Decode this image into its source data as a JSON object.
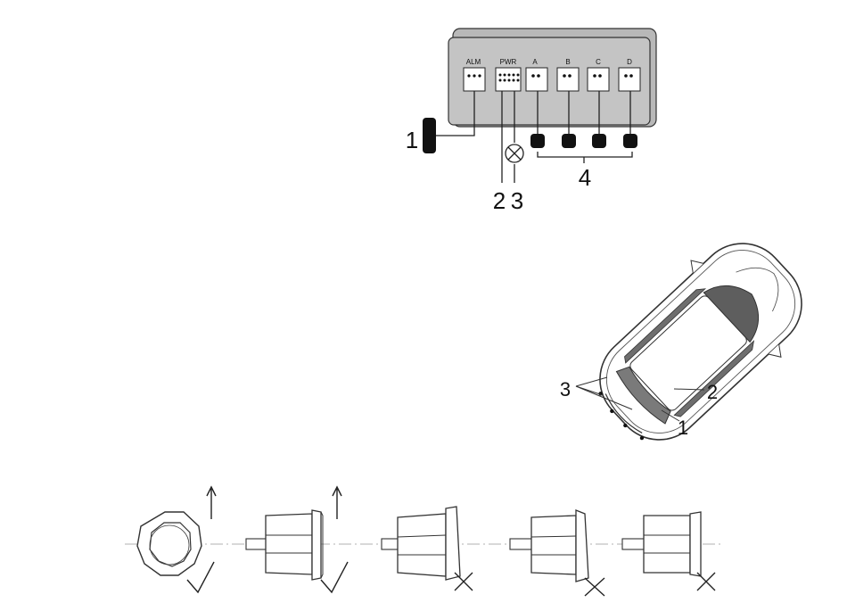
{
  "control_unit": {
    "port_labels": [
      "ALM",
      "PWR",
      "A",
      "B",
      "C",
      "D"
    ]
  },
  "callouts": {
    "wiring": {
      "buzzer": "1",
      "power": "2",
      "reverse_lamp": "3",
      "sensors": "4"
    },
    "car": {
      "sensor": "1",
      "bumper": "2",
      "coverage": "3"
    }
  },
  "mounting_steps": [
    {
      "name": "front-view",
      "mark": "check"
    },
    {
      "name": "correct-angle",
      "mark": "check"
    },
    {
      "name": "tilted-forward",
      "mark": "cross"
    },
    {
      "name": "protruding",
      "mark": "cross"
    },
    {
      "name": "recessed",
      "mark": "cross"
    }
  ]
}
